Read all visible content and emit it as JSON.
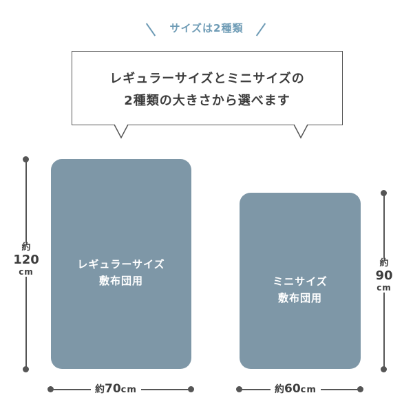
{
  "tagline": "サイズは2種類",
  "bubble": {
    "line1": "レギュラーサイズとミニサイズの",
    "line2": "2種類の大きさから選べます"
  },
  "regular": {
    "label_line1": "レギュラーサイズ",
    "label_line2": "敷布団用",
    "height": {
      "prefix": "約",
      "value": "120",
      "unit": "cm"
    },
    "width": {
      "prefix": "約",
      "value": "70",
      "unit": "cm"
    }
  },
  "mini": {
    "label_line1": "ミニサイズ",
    "label_line2": "敷布団用",
    "height": {
      "prefix": "約",
      "value": "90",
      "unit": "cm"
    },
    "width": {
      "prefix": "約",
      "value": "60",
      "unit": "cm"
    }
  },
  "colors": {
    "accent": "#6f9cb6",
    "futon": "#7e97a7",
    "line": "#555555"
  }
}
